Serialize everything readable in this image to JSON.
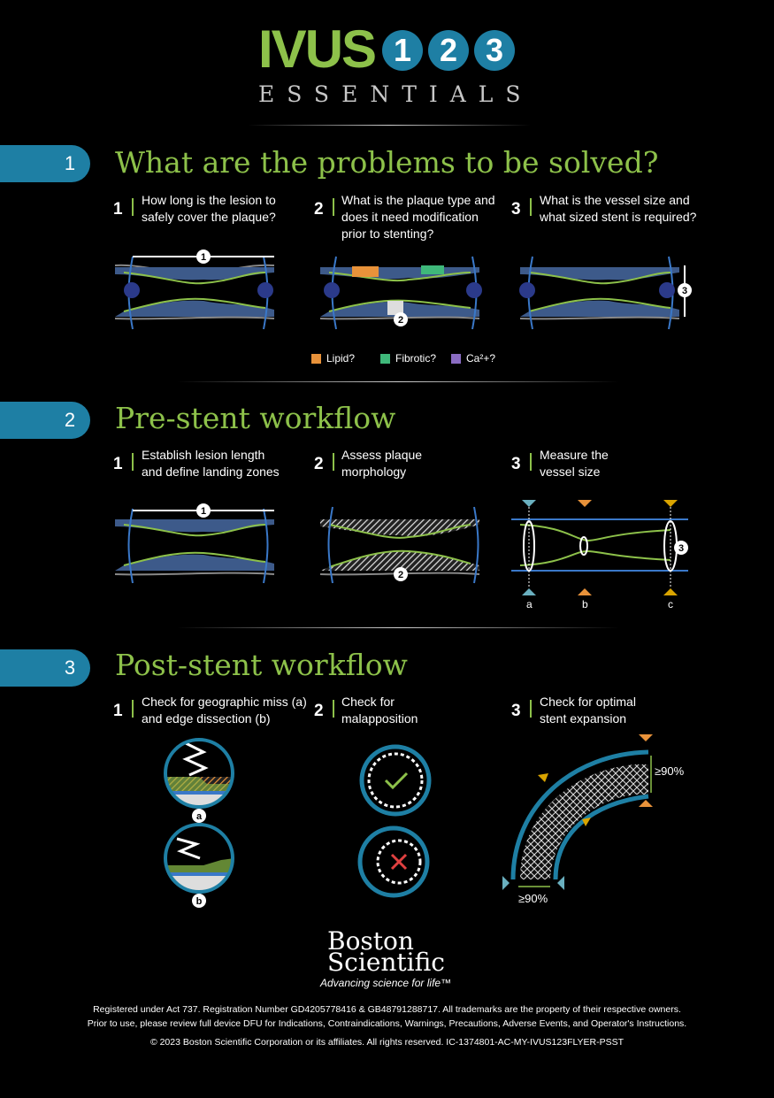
{
  "header": {
    "logo_text": "IVUS",
    "logo_numbers": [
      "1",
      "2",
      "3"
    ],
    "subtitle": "ESSENTIALS"
  },
  "sections": [
    {
      "tab": "1",
      "title": "What are the problems to be solved?",
      "items": [
        {
          "num": "1",
          "lines": [
            "How long is the lesion to",
            "safely cover the plaque?"
          ]
        },
        {
          "num": "2",
          "lines": [
            "What is the plaque type and",
            "does it need modification",
            "prior to stenting?"
          ]
        },
        {
          "num": "3",
          "lines": [
            "What is the vessel size and",
            "what sized stent is required?"
          ]
        }
      ],
      "markers": [
        "1",
        "2",
        "3"
      ],
      "legend": [
        {
          "label": "Lipid?",
          "color": "#e8923a"
        },
        {
          "label": "Fibrotic?",
          "color": "#3fb87a"
        },
        {
          "label": "Ca²+?",
          "color": "#8a6cc2"
        }
      ]
    },
    {
      "tab": "2",
      "title": "Pre-stent workflow",
      "items": [
        {
          "num": "1",
          "lines": [
            "Establish lesion length",
            "and define landing zones"
          ]
        },
        {
          "num": "2",
          "lines": [
            "Assess plaque",
            "morphology"
          ]
        },
        {
          "num": "3",
          "lines": [
            "Measure the",
            "vessel size"
          ]
        }
      ],
      "markers": [
        "1",
        "2",
        "3"
      ],
      "letters": [
        "a",
        "b",
        "c"
      ]
    },
    {
      "tab": "3",
      "title": "Post-stent workflow",
      "items": [
        {
          "num": "1",
          "lines": [
            "Check for geographic miss (a)",
            "and edge dissection (b)"
          ]
        },
        {
          "num": "2",
          "lines": [
            "Check for",
            "malapposition"
          ]
        },
        {
          "num": "3",
          "lines": [
            "Check for optimal",
            "stent expansion"
          ]
        }
      ],
      "letters": [
        "a",
        "b"
      ],
      "expansion_labels": [
        "≥90%",
        "≥90%"
      ]
    }
  ],
  "footer": {
    "brand_line1": "Boston",
    "brand_line2": "Scientific",
    "tagline": "Advancing science for life™",
    "legal": [
      "Registered under Act 737. Registration Number GD4205778416 & GB48791288717. All trademarks are the property of their respective owners.",
      "Prior to use, please review full device DFU for Indications, Contraindications, Warnings, Precautions, Adverse Events, and Operator's Instructions.",
      "© 2023 Boston Scientific Corporation or its affiliates. All rights reserved. IC-1374801-AC-MY-IVUS123FLYER-PSST"
    ]
  },
  "colors": {
    "accent_green": "#8dc14a",
    "accent_blue": "#1e7fa4",
    "vessel_blue": "#3a78c8",
    "marker_navy": "#2b3a8a",
    "orange": "#e8923a",
    "teal": "#6ab0c0",
    "gold": "#d9a400",
    "error_red": "#e04040"
  }
}
